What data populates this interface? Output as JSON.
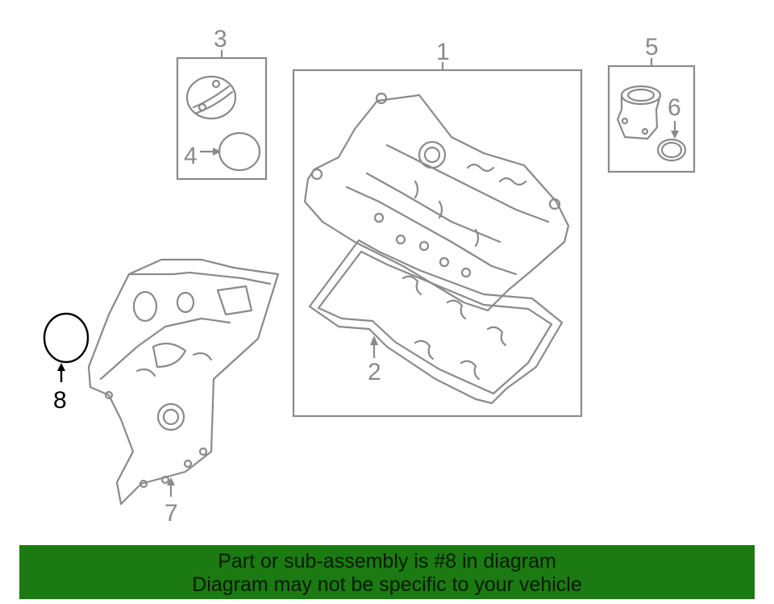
{
  "callouts": {
    "c1": "1",
    "c2": "2",
    "c3": "3",
    "c4": "4",
    "c5": "5",
    "c6": "6",
    "c7": "7",
    "c8": "8"
  },
  "highlighted_part": "8",
  "colors": {
    "line": "#8a8a8a",
    "highlight": "#000000",
    "banner_bg": "#1b7a11"
  },
  "banner": {
    "line1": "Part or sub-assembly is #8 in diagram",
    "line2": "Diagram may not be specific to your vehicle"
  }
}
